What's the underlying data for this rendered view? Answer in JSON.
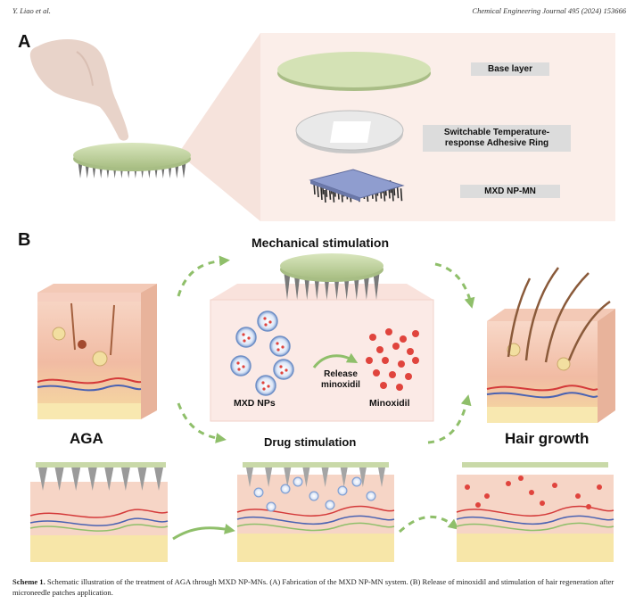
{
  "header": {
    "authors": "Y. Liao et al.",
    "journal": "Chemical Engineering Journal 495 (2024) 153666"
  },
  "panel_a": {
    "letter": "A",
    "layers": [
      "Base layer",
      "Switchable Temperature-response Adhesive Ring",
      "MXD NP-MN"
    ]
  },
  "panel_b": {
    "letter": "B",
    "mechanical": "Mechanical stimulation",
    "drug": "Drug stimulation",
    "aga": "AGA",
    "hair_growth": "Hair growth",
    "mxd_nps": "MXD NPs",
    "release_line1": "Release",
    "release_line2": "minoxidil",
    "minoxidil": "Minoxidil"
  },
  "caption": {
    "label": "Scheme 1.",
    "text": "Schematic illustration of the treatment of AGA through MXD NP-MNs. (A) Fabrication of the MXD NP-MN system. (B) Release of minoxidil and stimulation of hair regeneration after microneedle patches application."
  },
  "colors": {
    "patch": "#c9d9a8",
    "needle": "#7c7c7c",
    "arrow": "#8fbf6a",
    "panel_bg": "#fbe8e3",
    "skin": "#f6d5c6",
    "fat": "#f7e6a8",
    "nanoparticle": "#9fb8e0",
    "drug": "#e0443d"
  }
}
